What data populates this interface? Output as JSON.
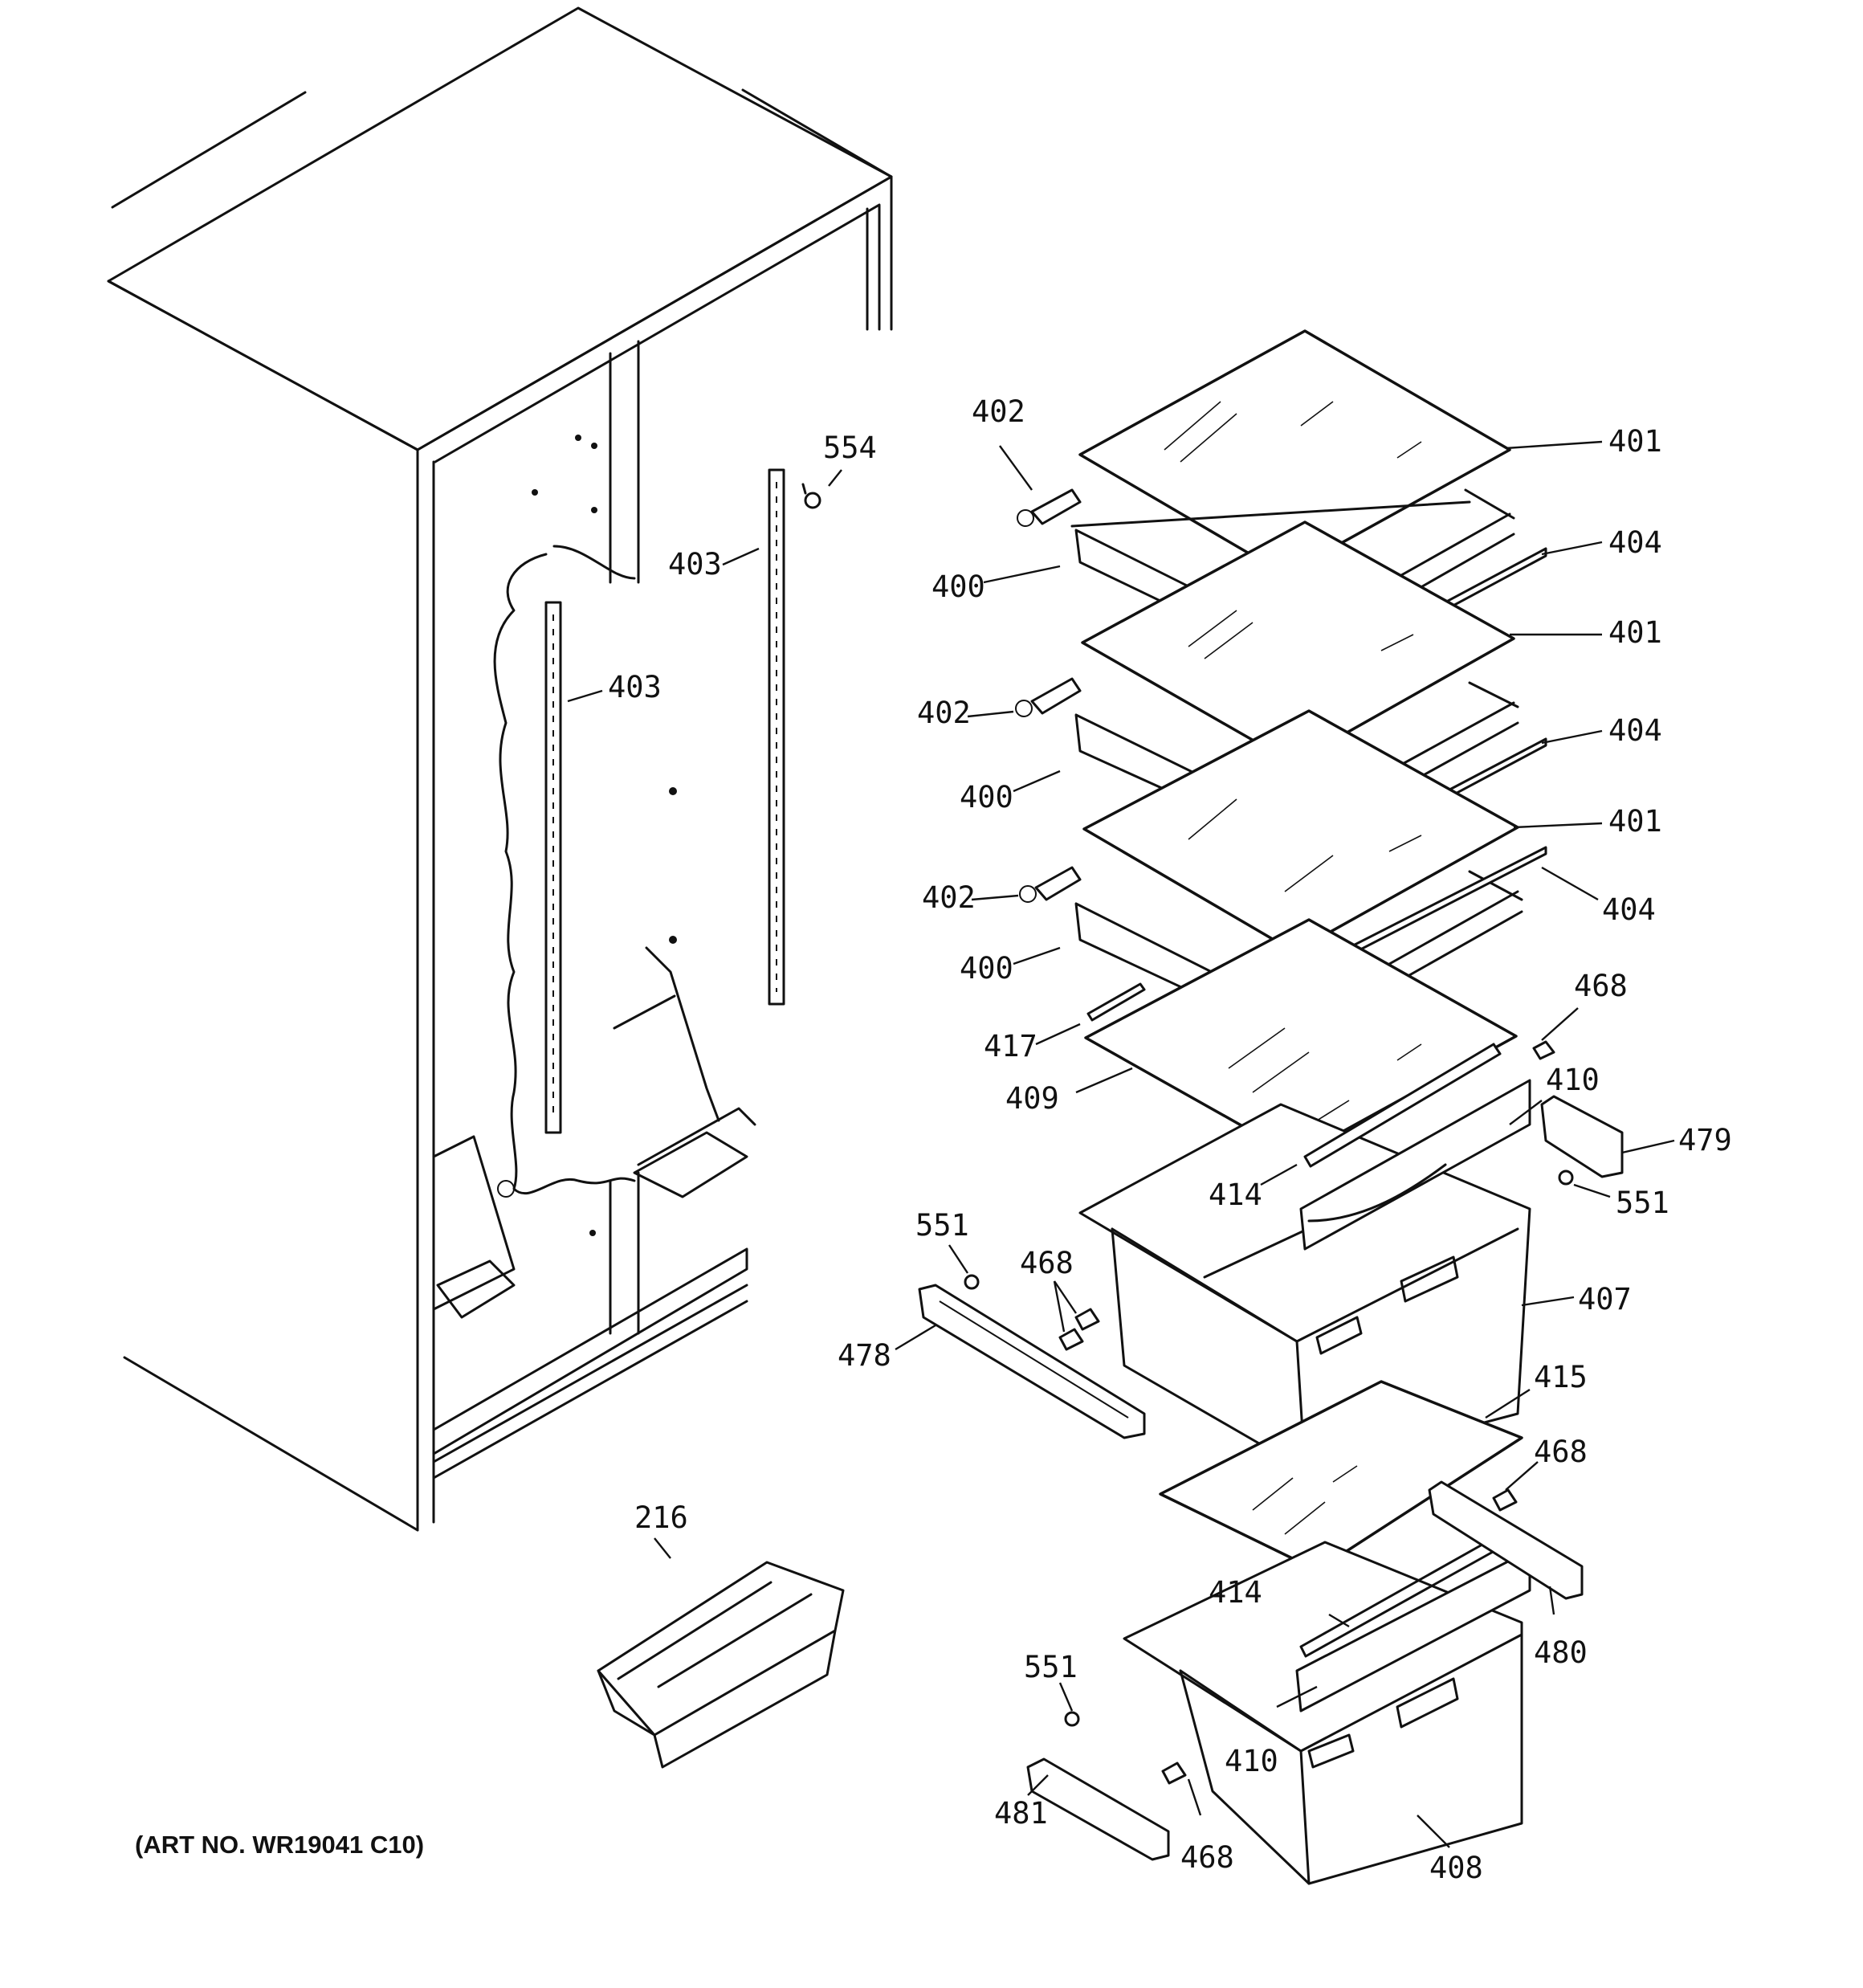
{
  "art_number": "(ART NO. WR19041 C10)",
  "callouts": {
    "c402a": "402",
    "c554": "554",
    "c401a": "401",
    "c403a": "403",
    "c400a": "400",
    "c404a": "404",
    "c403b": "403",
    "c401b": "401",
    "c402b": "402",
    "c404b": "404",
    "c400b": "400",
    "c401c": "401",
    "c402c": "402",
    "c404c": "404",
    "c400c": "400",
    "c468a": "468",
    "c417": "417",
    "c409": "409",
    "c410a": "410",
    "c479": "479",
    "c414a": "414",
    "c551a": "551",
    "c551b": "551",
    "c468b": "468",
    "c407": "407",
    "c478": "478",
    "c415": "415",
    "c468c": "468",
    "c216": "216",
    "c414b": "414",
    "c480": "480",
    "c551c": "551",
    "c410b": "410",
    "c481": "481",
    "c468d": "468",
    "c408": "408"
  }
}
